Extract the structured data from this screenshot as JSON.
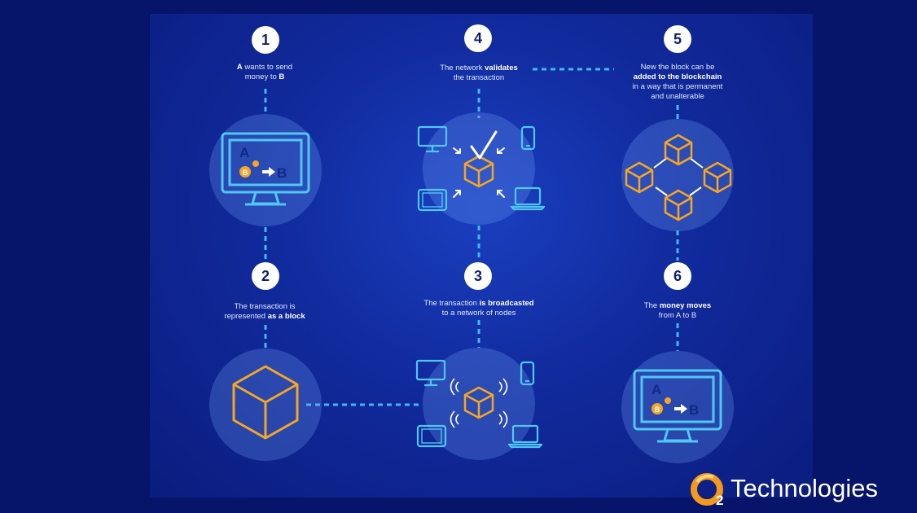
{
  "steps": [
    {
      "number": "1",
      "caption_html": "<b>A</b> wants to send<br>money to <b>B</b>"
    },
    {
      "number": "2",
      "caption_html": "The transaction is<br>represented <b>as a block</b>"
    },
    {
      "number": "3",
      "caption_html": "The transaction <b>is broadcasted</b><br>to a network of nodes"
    },
    {
      "number": "4",
      "caption_html": "The network <b>validates</b><br>the transaction"
    },
    {
      "number": "5",
      "caption_html": "New the block can be<br><b>added to the blockchain</b><br>in a way that is permanent<br>and unalterable"
    },
    {
      "number": "6",
      "caption_html": "The <b>money moves</b><br>from A to B"
    }
  ],
  "transfer_labels": {
    "sender": "A",
    "receiver": "B",
    "coin": "B"
  },
  "logo": {
    "mark_letter": "O",
    "mark_subscript": "2",
    "text": "Technologies"
  },
  "colors": {
    "background": "#06146a",
    "panel": "#112a9c",
    "connector": "#3fb9f2",
    "device": "#4fc8f5",
    "block": "#f5a623",
    "badge": "#ffffff",
    "logo_orange": "#f39a1e"
  },
  "icons": [
    "monitor-icon",
    "bitcoin-coin-icon",
    "arrow-icon",
    "cube-icon",
    "checkmark-icon",
    "phone-icon",
    "tablet-icon",
    "laptop-icon",
    "blockchain-icon",
    "signal-icon"
  ]
}
